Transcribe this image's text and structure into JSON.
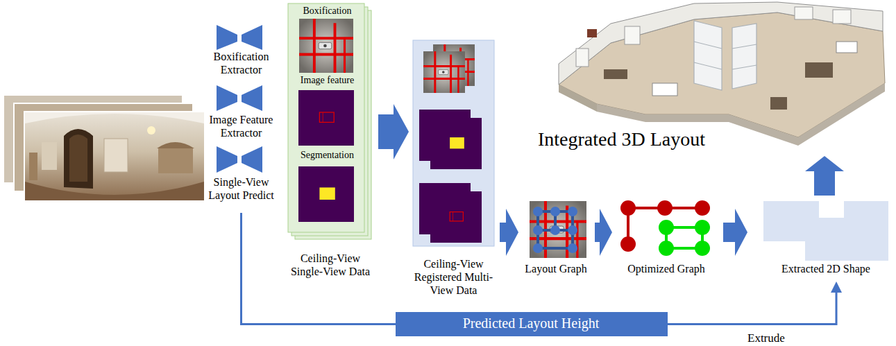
{
  "diagram": {
    "nodes": [
      {
        "text": [
          "Boxification Extractor"
        ]
      },
      {
        "text": [
          "Image Feature Extractor"
        ]
      },
      {
        "text": [
          "Single-View Layout Predict"
        ]
      },
      {
        "text": [
          "Boxification",
          "Image feature",
          "Segmentation",
          "Ceiling-View Single-View Data"
        ]
      },
      {
        "text": [
          "Ceiling-View Registered Multi-View Data"
        ]
      },
      {
        "text": [
          "Layout Graph"
        ]
      },
      {
        "text": [
          "Optimized Graph"
        ]
      },
      {
        "text": [
          "Extracted 2D Shape"
        ]
      },
      {
        "text": [
          "Integrated 3D Layout"
        ]
      },
      {
        "text": [
          "Predicted Layout Height"
        ]
      }
    ],
    "edges": [
      {
        "from": 3,
        "to": 4,
        "arrow": "to"
      },
      {
        "from": 4,
        "to": 5,
        "arrow": "to"
      },
      {
        "from": 5,
        "to": 6,
        "arrow": "to"
      },
      {
        "from": 6,
        "to": 7,
        "arrow": "to"
      },
      {
        "from": 7,
        "to": 8,
        "arrow": "to"
      },
      {
        "from": 2,
        "to": 9,
        "arrow": "none"
      },
      {
        "from": 9,
        "to": 7,
        "label": "Extrude",
        "arrow": "to"
      }
    ]
  }
}
